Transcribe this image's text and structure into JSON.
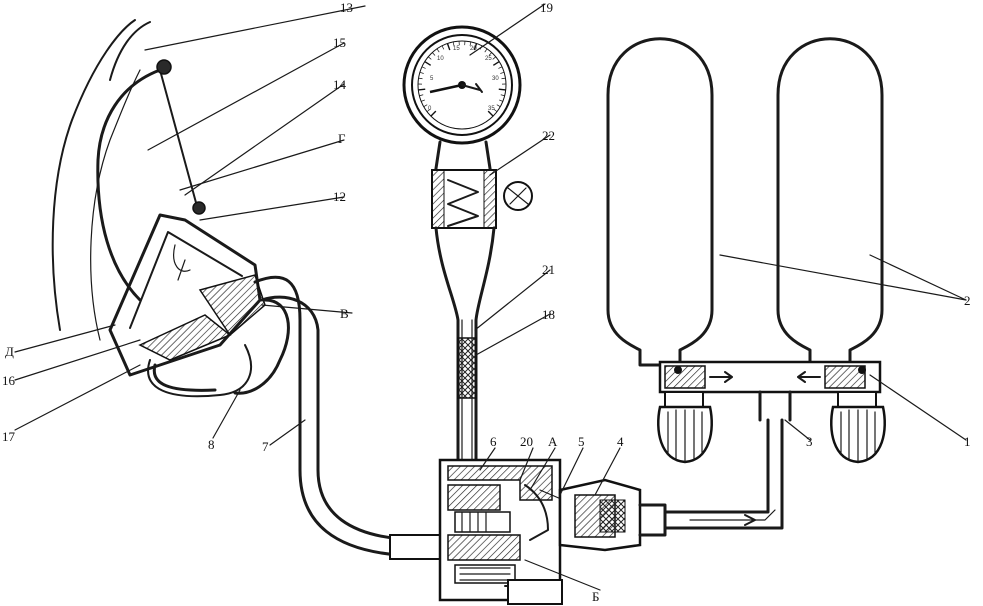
{
  "labels": {
    "l1": "1",
    "l2": "2",
    "l3": "3",
    "l4": "4",
    "l5": "5",
    "l6": "6",
    "l7": "7",
    "l8": "8",
    "l12": "12",
    "l13": "13",
    "l14": "14",
    "l15": "15",
    "l16": "16",
    "l17": "17",
    "l18": "18",
    "l19": "19",
    "l20": "20",
    "l21": "21",
    "l22": "22",
    "lA": "А",
    "lB": "Б",
    "lV": "В",
    "lG": "Г",
    "lD": "Д"
  },
  "gauge": {
    "scale": [
      "5",
      "10",
      "15",
      "20",
      "25",
      "30",
      "35"
    ],
    "zero": "0"
  }
}
